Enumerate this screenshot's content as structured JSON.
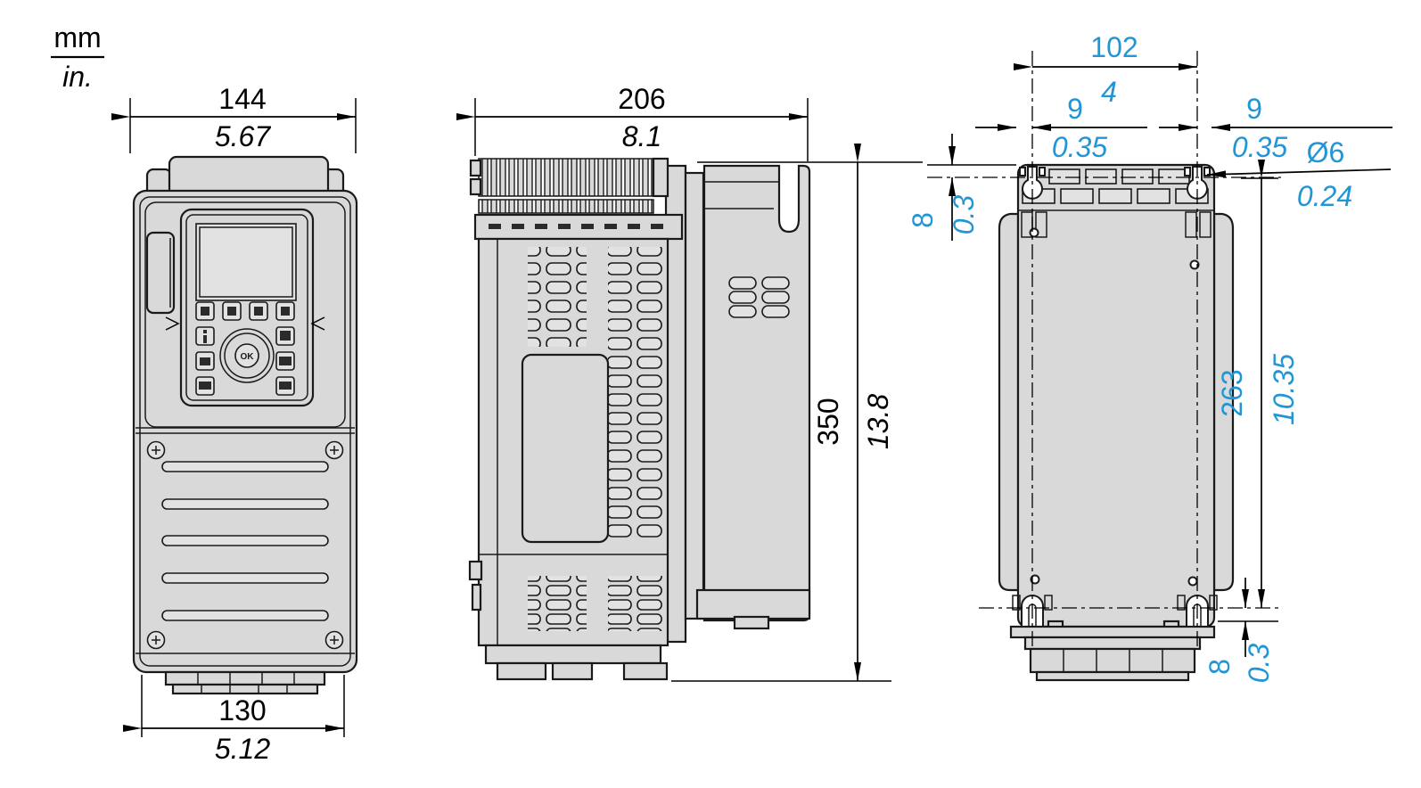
{
  "legend": {
    "metric_unit": "mm",
    "imperial_unit": "in."
  },
  "colors": {
    "dimension_line": "#000000",
    "rear_dimension_text": "#2196d6",
    "part_outline": "#1a1a1a",
    "part_fill": "#d9d9d9"
  },
  "keypad": {
    "ok_button_label": "OK"
  },
  "dimensions": {
    "front_width_top": {
      "mm": "144",
      "in": "5.67"
    },
    "front_width_bottom": {
      "mm": "130",
      "in": "5.12"
    },
    "side_depth": {
      "mm": "206",
      "in": "8.1"
    },
    "overall_height": {
      "mm": "350",
      "in": "13.8"
    },
    "mounting_hole_spacing_horizontal": {
      "mm": "102",
      "in": "4"
    },
    "mounting_hole_offset_left": {
      "mm": "9",
      "in": "0.35"
    },
    "mounting_hole_offset_right": {
      "mm": "9",
      "in": "0.35"
    },
    "mounting_hole_diameter": {
      "mm": "Ø6",
      "in": "0.24"
    },
    "mounting_hole_offset_top": {
      "mm": "8",
      "in": "0.3"
    },
    "mounting_hole_spacing_vertical": {
      "mm": "263",
      "in": "10.35"
    },
    "mounting_hole_offset_bottom": {
      "mm": "8",
      "in": "0.3"
    }
  }
}
